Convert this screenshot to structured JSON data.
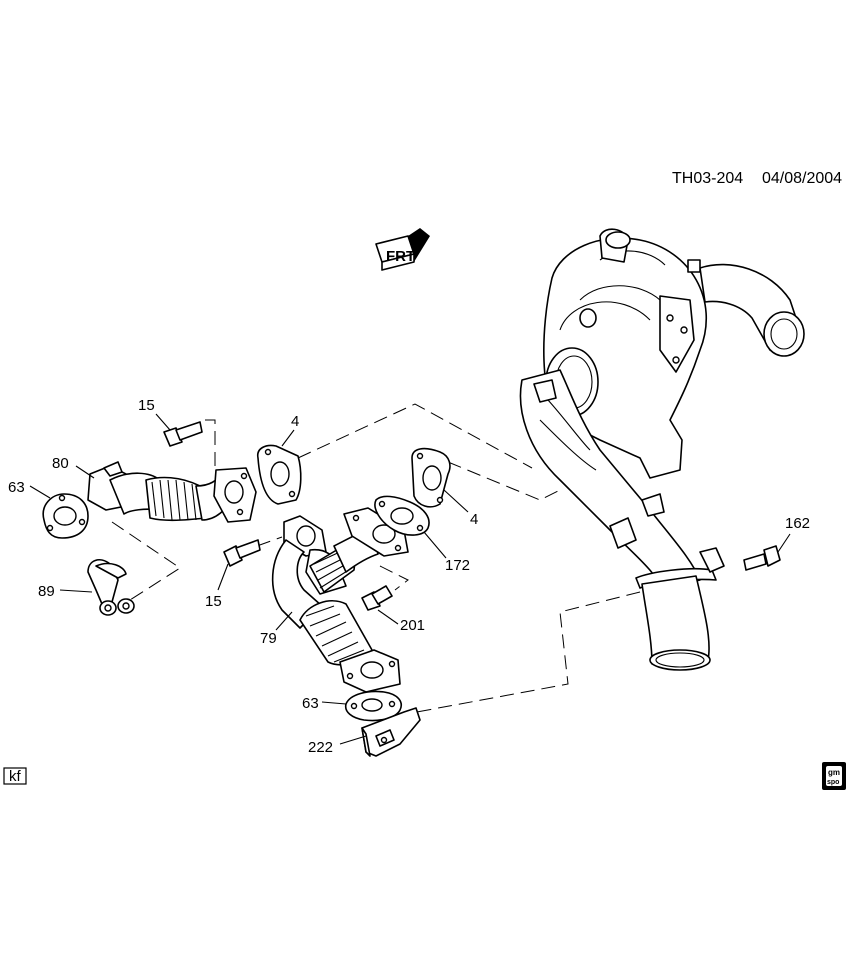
{
  "header": {
    "code": "TH03-204",
    "date": "04/08/2004"
  },
  "front_badge": {
    "text": "FRT"
  },
  "labels": {
    "p15_top": "15",
    "p4_top": "4",
    "p80": "80",
    "p63_left": "63",
    "p89": "89",
    "p15_mid": "15",
    "p79": "79",
    "p201": "201",
    "p4_right": "4",
    "p172": "172",
    "p162": "162",
    "p63_bottom": "63",
    "p222": "222"
  },
  "corner_box": {
    "text": "kf"
  },
  "logo": {
    "line1": "gm",
    "line2": "spo"
  }
}
